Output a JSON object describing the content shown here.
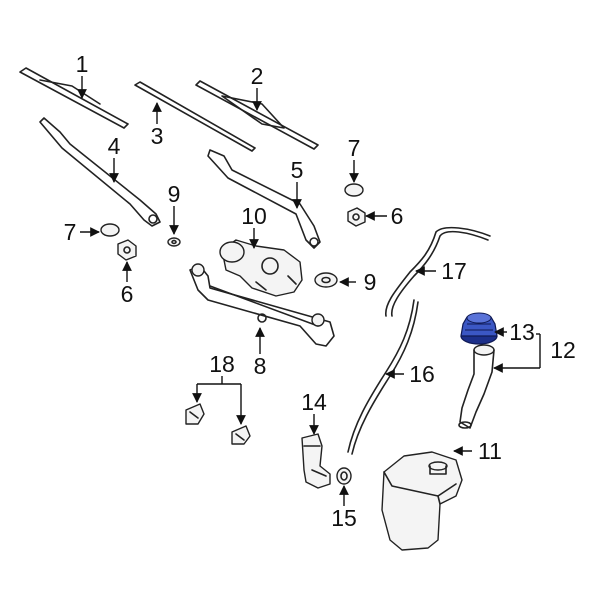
{
  "colors": {
    "highlight": "#3b57c4",
    "highlight_dark": "#1c2f8a",
    "line": "#222222",
    "background": "#ffffff"
  },
  "callouts": {
    "c1": "1",
    "c2": "2",
    "c3": "3",
    "c4": "4",
    "c5": "5",
    "c6a": "6",
    "c6b": "6",
    "c7a": "7",
    "c7b": "7",
    "c8": "8",
    "c9a": "9",
    "c9b": "9",
    "c10": "10",
    "c11": "11",
    "c12": "12",
    "c13": "13",
    "c14": "14",
    "c15": "15",
    "c16": "16",
    "c17": "17",
    "c18": "18"
  },
  "highlighted_part": "13"
}
